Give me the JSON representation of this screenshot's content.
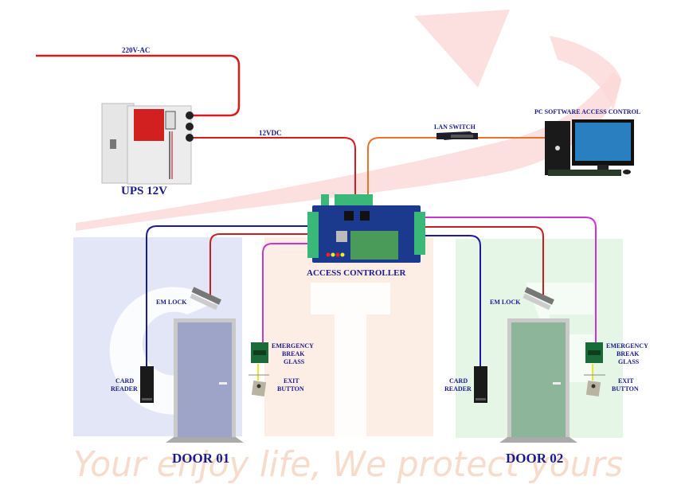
{
  "diagram": {
    "title": "Access Control Wiring Diagram",
    "watermark": {
      "letters": [
        "G",
        "T",
        "S"
      ],
      "slogan": "Your enjoy life, We protect yours",
      "colors": {
        "G": "#e3e6f7",
        "T": "#fdeee5",
        "S": "#e6f6e6",
        "arrow": "#fbd9d9"
      }
    },
    "power": {
      "ac_label": "220V-AC",
      "dc_label": "12VDC",
      "ups_label": "UPS 12V"
    },
    "network": {
      "switch_label": "LAN SWITCH",
      "pc_label": "PC SOFTWARE ACCESS CONTROL"
    },
    "controller": {
      "label": "ACCESS CONTROLLER"
    },
    "doors": [
      {
        "name": "DOOR 01",
        "em_lock_label": "EM LOCK",
        "card_reader_label": [
          "CARD",
          "READER"
        ],
        "break_glass_label": [
          "EMERGENCY",
          "BREAK",
          "GLASS"
        ],
        "exit_button_label": [
          "EXIT",
          "BUTTON"
        ]
      },
      {
        "name": "DOOR 02",
        "em_lock_label": "EM LOCK",
        "card_reader_label": [
          "CARD",
          "READER"
        ],
        "break_glass_label": [
          "EMERGENCY",
          "BREAK",
          "GLASS"
        ],
        "exit_button_label": [
          "EXIT",
          "BUTTON"
        ]
      }
    ],
    "wire_colors": {
      "power": "#d81c1c",
      "network": "#e8742a",
      "reader": "#1a1aa8",
      "lock": "#cc1e1e",
      "button": "#cc33cc",
      "exit": "#e6e62e"
    }
  }
}
